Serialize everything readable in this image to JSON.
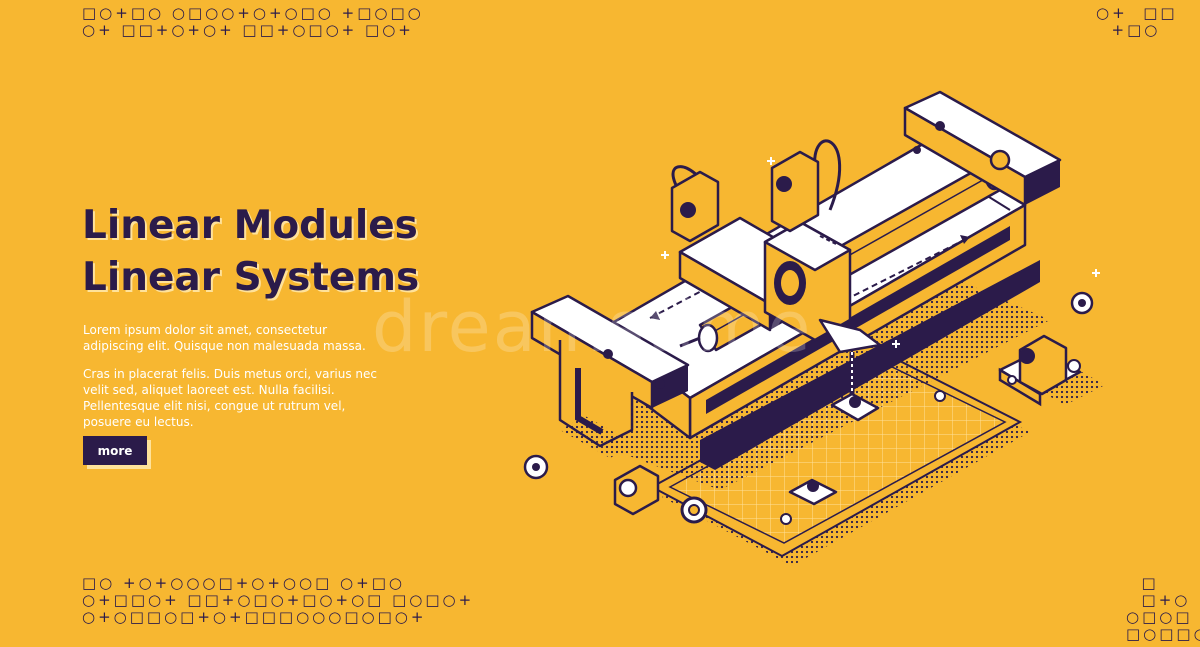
{
  "hero": {
    "title_line1": "Linear Modules",
    "title_line2": "Linear Systems",
    "paragraph1": "Lorem ipsum dolor sit amet, consectetur adipiscing elit. Quisque non malesuada massa.",
    "paragraph2": "Cras in placerat felis. Duis metus orci, varius nec velit sed, aliquet laoreet est. Nulla facilisi. Pellentesque elit nisi, congue ut rutrum vel, posuere eu lectus.",
    "more_label": "more"
  },
  "illustration": {
    "watermark": "dreamstime",
    "icon": "linear-rail-machine-icon"
  },
  "colors": {
    "background": "#f7b731",
    "ink": "#2b1b4a",
    "highlight": "#ffe29a",
    "white": "#ffffff"
  },
  "decor": {
    "top_left": "□○+□○ ○□○○+○+○□○ +□○□○\n○+ □□+○+○+ □□+○□○+ □○+",
    "top_right": "○+  □□\n  +□○",
    "bottom_left": "□○ +○+○○○□+○+○○□ ○+□○\n○+□□○+ □□+○□○+□○+○□ □○□○+\n○+○□□○□+○+□□□○○○□○□○+",
    "bottom_right": "  □\n  □+○\n○□○□\n□○□□○"
  }
}
